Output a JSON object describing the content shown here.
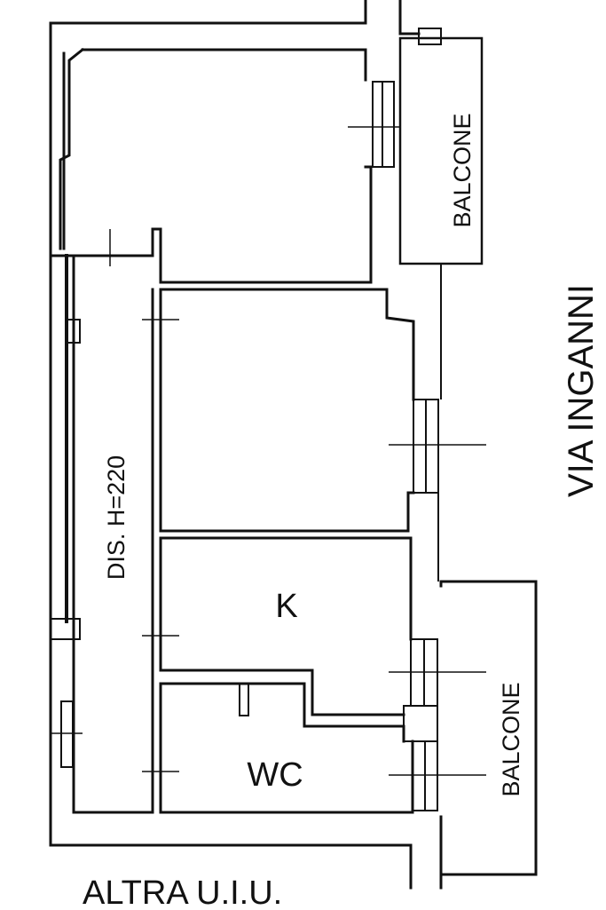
{
  "plan": {
    "labels": {
      "balcony_top": "BALCONE",
      "balcony_bottom": "BALCONE",
      "corridor": "DIS. H=220",
      "kitchen": "K",
      "bathroom": "WC",
      "street": "VIA INGANNI",
      "other_unit": "ALTRA U.I.U."
    }
  }
}
